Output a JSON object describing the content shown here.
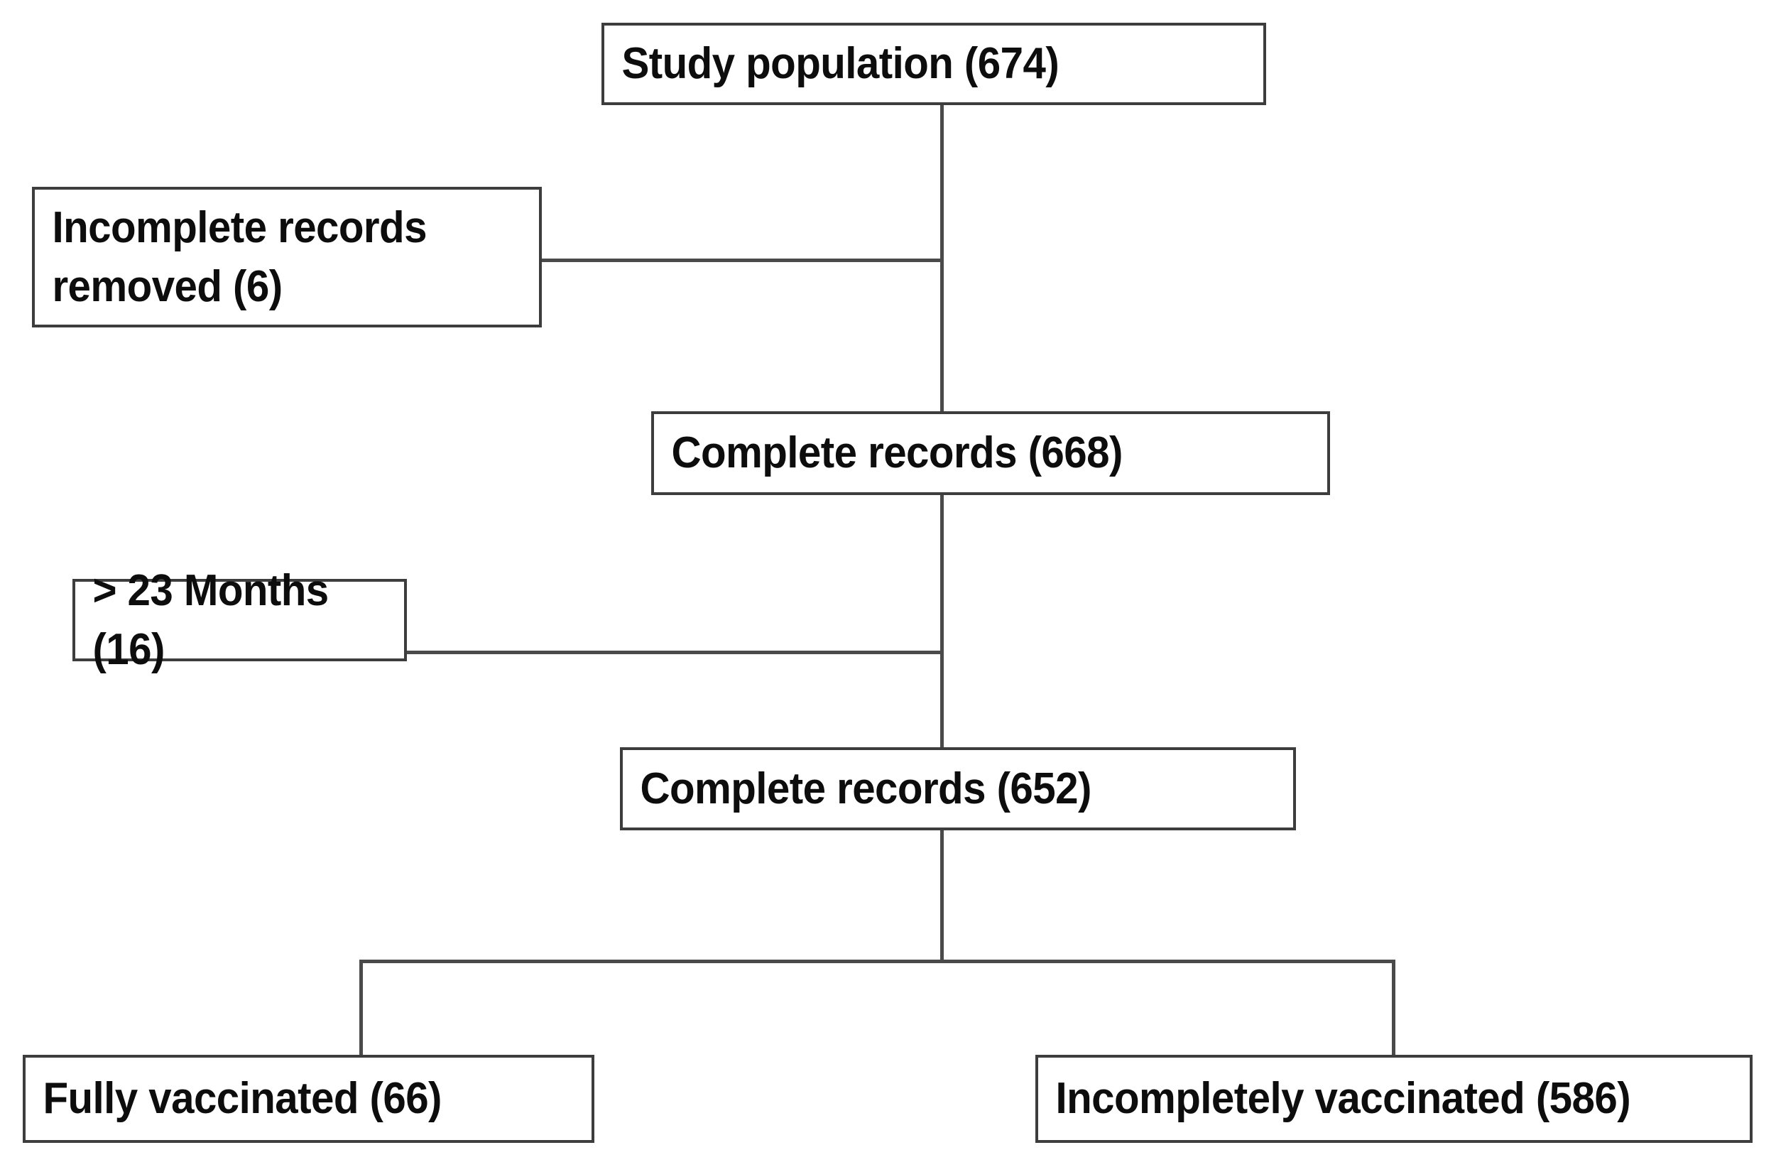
{
  "diagram": {
    "type": "flowchart",
    "title": "Study population selection flow diagram",
    "orientation": "top-down",
    "nodes": [
      {
        "id": "study-population",
        "label": "Study population (674)",
        "count": 674,
        "level": 0,
        "align": "center"
      },
      {
        "id": "incomplete-removed",
        "label": "Incomplete records\nremoved (6)",
        "count": 6,
        "level": 1,
        "align": "left-branch"
      },
      {
        "id": "complete-668",
        "label": "Complete records (668)",
        "count": 668,
        "level": 2,
        "align": "center"
      },
      {
        "id": "over-23-months",
        "label": "> 23 Months (16)",
        "count": 16,
        "level": 3,
        "align": "left-branch"
      },
      {
        "id": "complete-652",
        "label": "Complete records (652)",
        "count": 652,
        "level": 4,
        "align": "center"
      },
      {
        "id": "fully-vaccinated",
        "label": "Fully vaccinated (66)",
        "count": 66,
        "level": 5,
        "align": "bottom-left"
      },
      {
        "id": "incompletely-vaccinated",
        "label": "Incompletely vaccinated (586)",
        "count": 586,
        "level": 5,
        "align": "bottom-right"
      }
    ],
    "edges": [
      {
        "from": "study-population",
        "to": "complete-668",
        "kind": "trunk"
      },
      {
        "from": "study-population",
        "to": "incomplete-removed",
        "kind": "exclusion-branch"
      },
      {
        "from": "complete-668",
        "to": "complete-652",
        "kind": "trunk"
      },
      {
        "from": "complete-668",
        "to": "over-23-months",
        "kind": "exclusion-branch"
      },
      {
        "from": "complete-652",
        "to": "fully-vaccinated",
        "kind": "split"
      },
      {
        "from": "complete-652",
        "to": "incompletely-vaccinated",
        "kind": "split"
      }
    ],
    "colors": {
      "background": "#ffffff",
      "box_border": "#3d3d3d",
      "connector": "#4a4a4a",
      "text": "#0d0d0d"
    }
  }
}
